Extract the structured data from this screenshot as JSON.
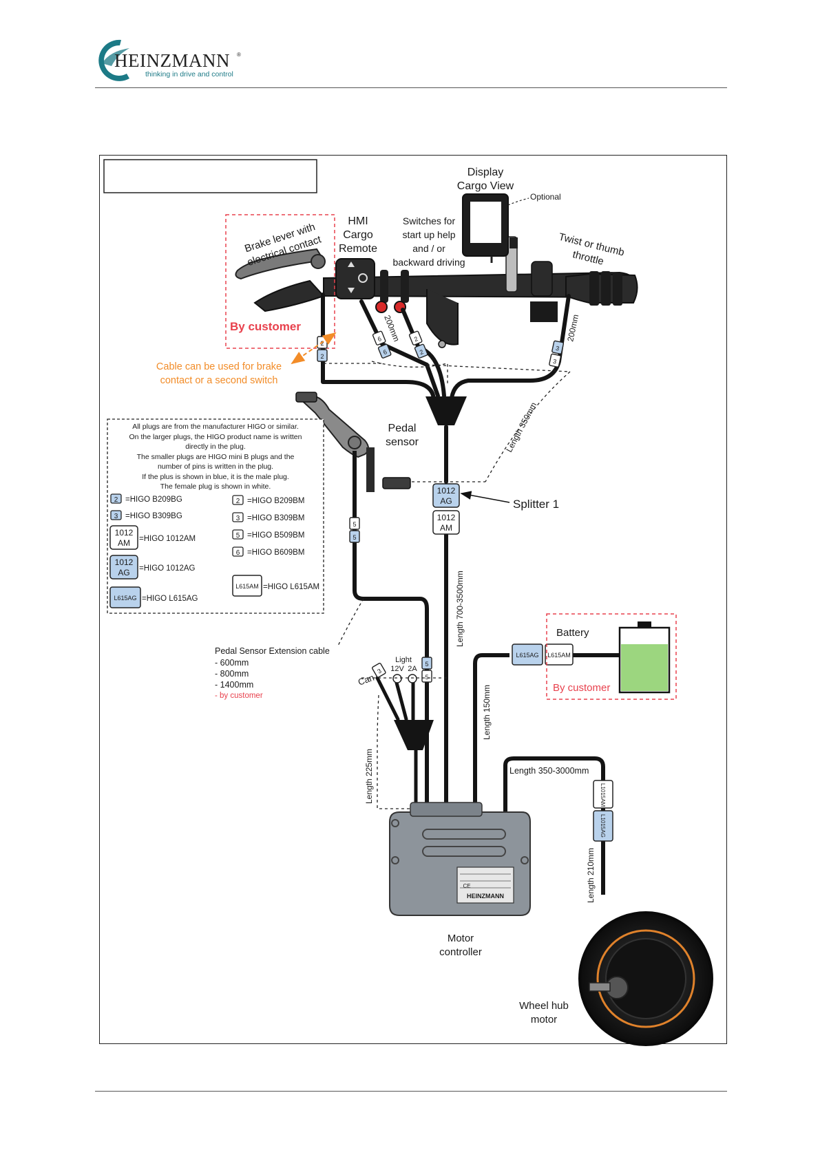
{
  "header": {
    "logo_text": "HEINZMANN",
    "logo_tagline": "thinking in drive and control",
    "logo_registered": "®"
  },
  "colors": {
    "logo_teal": "#1c7a86",
    "customer_red": "#e8414d",
    "orange_note": "#f28c28",
    "male_plug_blue": "#b9d2ec",
    "battery_green": "#9cd67f",
    "cable": "#141414"
  },
  "components": {
    "display_title": "Display",
    "display_subtitle": "Cargo View",
    "display_optional": "Optional",
    "hmi_line1": "HMI",
    "hmi_line2": "Cargo",
    "hmi_line3": "Remote",
    "switches_line1": "Switches for",
    "switches_line2": "start up help",
    "switches_line3": "and / or",
    "switches_line4": "backward driving",
    "throttle_line1": "Twist or thumb",
    "throttle_line2": "throttle",
    "brake_line1": "Brake lever with",
    "brake_line2": "electrical contact",
    "by_customer_brake": "By customer",
    "cable_note_line1": "Cable can be used for brake",
    "cable_note_line2": "contact or a second switch",
    "pedal_line1": "Pedal",
    "pedal_line2": "sensor",
    "splitter": "Splitter 1",
    "battery": "Battery",
    "by_customer_battery": "By customer",
    "motor_controller_line1": "Motor",
    "motor_controller_line2": "controller",
    "wheel_hub_line1": "Wheel hub",
    "wheel_hub_line2": "motor",
    "light": "Light",
    "light_12v": "12V",
    "light_2a": "2A",
    "can": "Can"
  },
  "lengths": {
    "remote_200": "200mm",
    "throttle_200": "200mm",
    "length_350": "Length 350mm",
    "length_700_3500": "Length 700-3500mm",
    "length_150": "Length 150mm",
    "length_225": "Length 225mm",
    "length_350_3000": "Length 350-3000mm",
    "length_210": "Length 210mm"
  },
  "extension": {
    "title": "Pedal Sensor Extension cable",
    "options": [
      "- 600mm",
      "- 800mm",
      "- 1400mm"
    ],
    "by_customer": "- by customer"
  },
  "legend": {
    "notes": [
      "All plugs are from the manufacturer HIGO or similar.",
      "On the larger plugs, the HIGO product name is written",
      "directly in the plug.",
      "The smaller plugs are HIGO mini B plugs and the",
      "number of pins is written in the plug.",
      "If the plus is shown in blue, it is the male plug.",
      "The female plug is shown in white."
    ],
    "left_items": [
      {
        "badge": "2",
        "label": "=HIGO B209BG"
      },
      {
        "badge": "3",
        "label": "=HIGO B309BG"
      },
      {
        "badge": "1012 AM",
        "label": "=HIGO 1012AM"
      },
      {
        "badge": "1012 AG",
        "label": "=HIGO 1012AG"
      },
      {
        "badge": "L615AG",
        "label": "=HIGO L615AG"
      }
    ],
    "right_items": [
      {
        "badge": "2",
        "label": "=HIGO B209BM"
      },
      {
        "badge": "3",
        "label": "=HIGO B309BM"
      },
      {
        "badge": "5",
        "label": "=HIGO B509BM"
      },
      {
        "badge": "6",
        "label": "=HIGO B609BM"
      },
      {
        "badge": "L615AM",
        "label": "=HIGO L615AM"
      }
    ]
  },
  "plugs": {
    "splitter_ag_1": "1012",
    "splitter_ag_2": "AG",
    "splitter_am_1": "1012",
    "splitter_am_2": "AM",
    "battery_male": "L615AG",
    "battery_female": "L615AM",
    "motor_female": "L1015AM",
    "motor_male": "L1015AG",
    "pin_2": "2",
    "pin_3": "3",
    "pin_5": "5",
    "pin_6": "6"
  },
  "controller_label": {
    "brand": "HEINZMANN",
    "ce": "CE"
  }
}
